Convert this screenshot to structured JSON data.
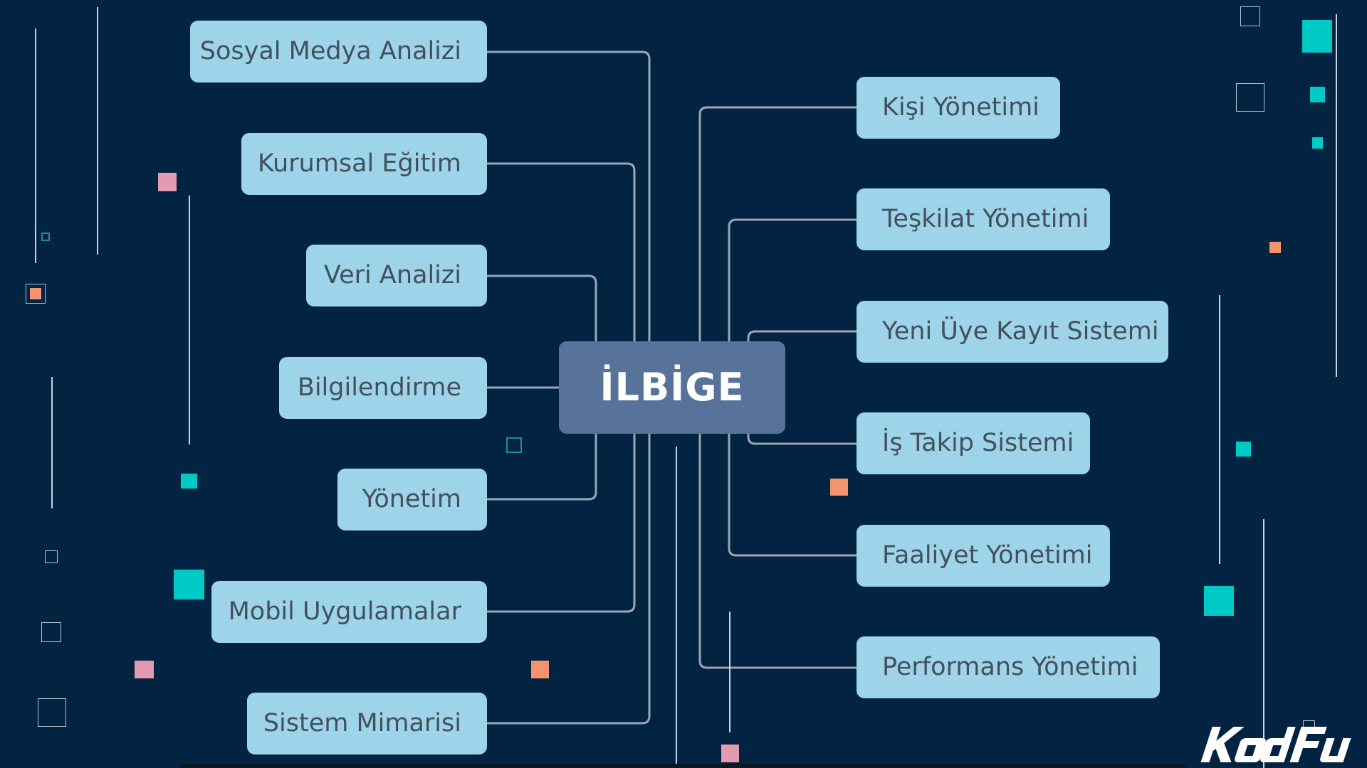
{
  "diagram": {
    "center": "İLBİGE",
    "left_branches": [
      "Sosyal Medya Analizi",
      "Kurumsal Eğitim",
      "Veri Analizi",
      "Bilgilendirme",
      "Yönetim",
      "Mobil Uygulamalar",
      "Sistem Mimarisi"
    ],
    "right_branches": [
      "Kişi Yönetimi",
      "Teşkilat Yönetimi",
      "Yeni Üye Kayıt Sistemi",
      "İş Takip Sistemi",
      "Faaliyet Yönetimi",
      "Performans Yönetimi"
    ]
  },
  "brand": {
    "logo_text": "KodFu",
    "logo_icon": "kodfu-logo"
  },
  "colors": {
    "background": "#022442",
    "node_fill": "#9dd4ea",
    "node_text": "#44505c",
    "center_fill": "#58739a",
    "center_text": "#ffffff",
    "connector": "#9aa6b2",
    "accent_cyan": "#00c9c6",
    "accent_pink": "#e39bb2",
    "accent_orange": "#f4946e"
  }
}
